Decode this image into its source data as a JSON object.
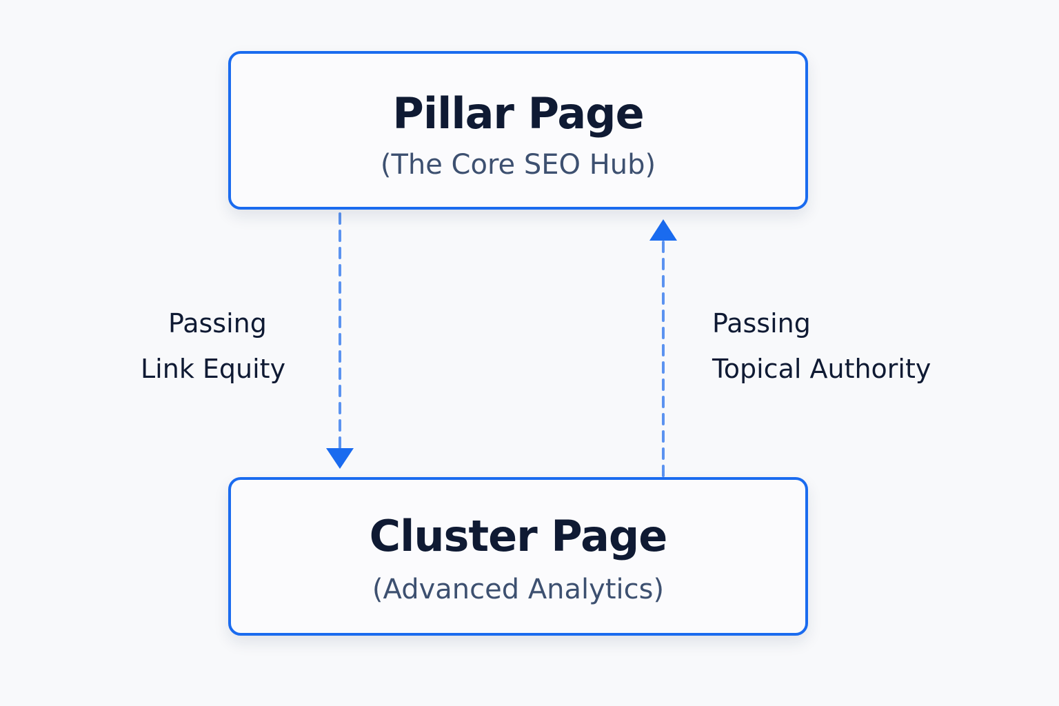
{
  "nodes": {
    "pillar": {
      "title": "Pillar Page",
      "subtitle": "(The Core SEO Hub)"
    },
    "cluster": {
      "title": "Cluster Page",
      "subtitle": "(Advanced Analytics)"
    }
  },
  "edges": {
    "down": {
      "from": "pillar",
      "to": "cluster",
      "line1": "Passing",
      "line2": "Link Equity"
    },
    "up": {
      "from": "cluster",
      "to": "pillar",
      "line1": "Passing",
      "line2": "Topical Authority"
    }
  },
  "colors": {
    "accent": "#1a6bef",
    "dashed_line": "#5b93f0",
    "title_text": "#0f1a33",
    "subtitle_text": "#3d5070",
    "background": "#f8f9fb"
  }
}
